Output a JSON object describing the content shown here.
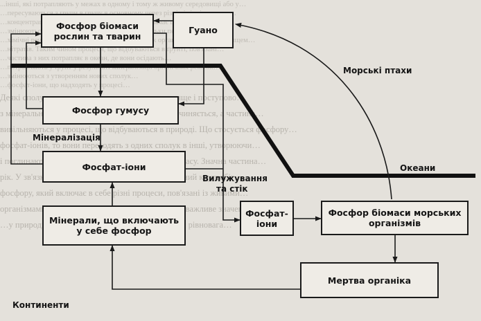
{
  "diagram": {
    "boxes": {
      "biomass_land": "Фосфор біомаси рослин та тварин",
      "guano": "Гуано",
      "humus": "Фосфор гумусу",
      "phosphate_land": "Фосфат-іони",
      "minerals": "Мінерали, що включають у себе фосфор",
      "phosphate_sea": "Фосфат-іони",
      "biomass_sea": "Фосфор біомаси морських організмів",
      "dead_organic": "Мертва органіка"
    },
    "labels": {
      "seabirds": "Морські птахи",
      "oceans": "Океани",
      "mineralization": "Мінералізація",
      "leaching_1": "Вилужування",
      "leaching_2": "та стік",
      "continents": "Континенти"
    },
    "background_text": [
      "...інші, які потрапляють у межах в одному і тому ж живому середовищі або у…",
      "…пересуваються з групи в групу в основному через різні хімічні процеси…",
      "…концентрація кисню в воді змінюється, що визначає швидкість розкладу…",
      "…змінюються сполуки та структура, але це не тільки перетворення що…",
      "…хімічні речовини та енергія переміщуються між організмами та середовищем…",
      "…нітратів. Таким чином процеси, що відбуваються в ґрунті, пов'язані…",
      "…частина з них потрапляє в океан, де вони осідають…",
      "…потрапляють у ґрунт у результаті мінералізації органічних решток…",
      "…змінюються з утворенням нових сполук…",
      "…фосфат-іони, що надходять у процесі…",
      "Деякі сполуки надходять у навколишнє середовище і поступово…",
      "з мінеральних ресурсів. Частина з них у воді розчиняється, а частина…",
      "вивільняються у процесі, що відбуваються в природі. Що стосується фосфору…",
      "фосфат-іонів, то вони переходять з одних сполук в інші, утворюючи…",
      "і поглинаються організмами протягом тривалого часу. Значна частина…",
      "рік. У зв'язку з цим у природі відбувається постійний кругообіг…",
      "фосфору, який включає в себе різні процеси, пов'язані із живими…",
      "організмами. Таким чином кругообіг речовин має важливе значення…",
      "…у природі, тому що завдяки йому підтримується рівновага…"
    ]
  }
}
